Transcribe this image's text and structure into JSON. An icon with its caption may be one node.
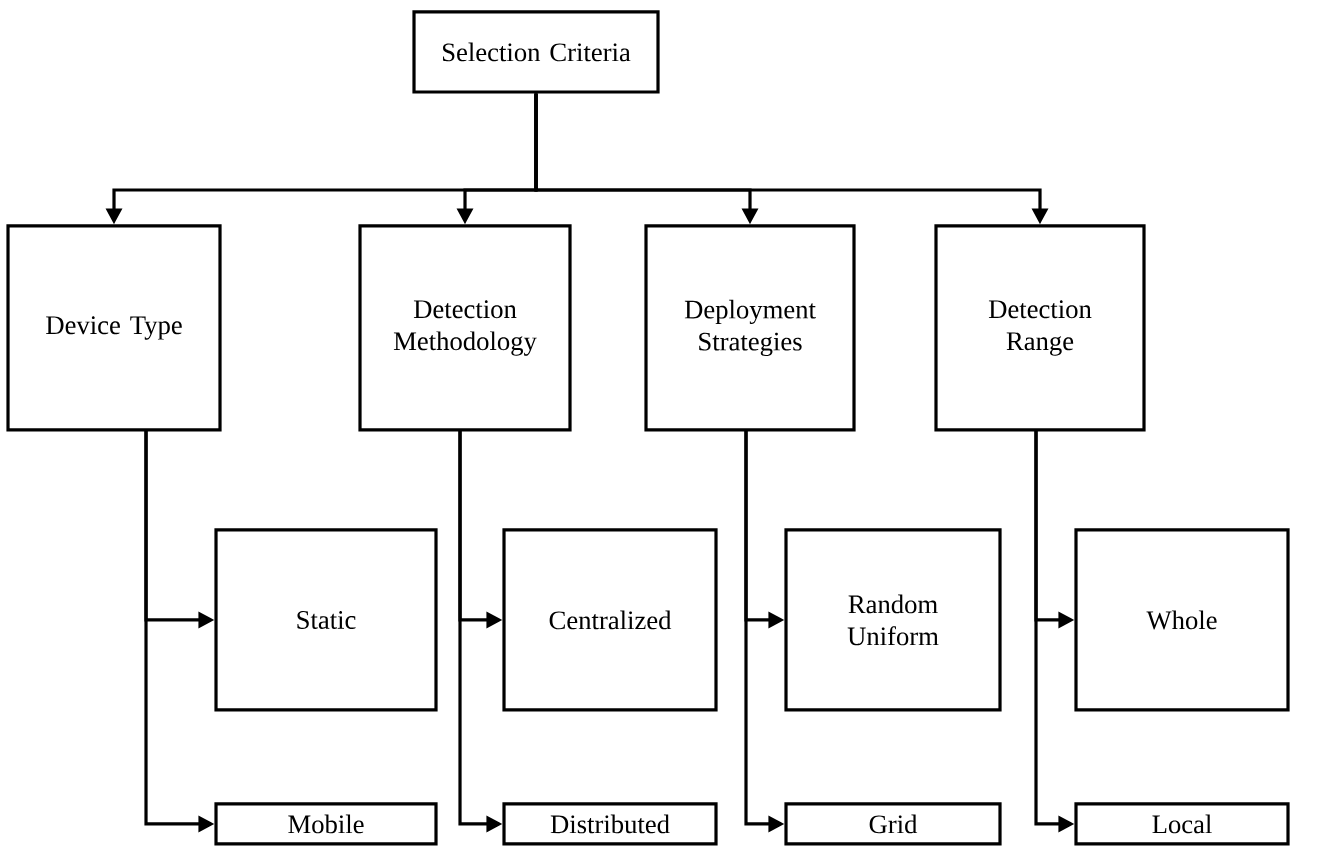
{
  "diagram": {
    "nodes": [
      {
        "text": [
          "Selection Criteria"
        ]
      },
      {
        "text": [
          "Device Type"
        ]
      },
      {
        "text": [
          "Detection Methodology"
        ]
      },
      {
        "text": [
          "Deployment Strategies"
        ]
      },
      {
        "text": [
          "Detection Range"
        ]
      },
      {
        "text": [
          "Static"
        ]
      },
      {
        "text": [
          "Mobile"
        ]
      },
      {
        "text": [
          "Centralized"
        ]
      },
      {
        "text": [
          "Distributed"
        ]
      },
      {
        "text": [
          "Random Uniform"
        ]
      },
      {
        "text": [
          "Grid"
        ]
      },
      {
        "text": [
          "Whole"
        ]
      },
      {
        "text": [
          "Local"
        ]
      }
    ],
    "edges": [
      {
        "from": 0,
        "to": 1,
        "arrow": "to"
      },
      {
        "from": 0,
        "to": 2,
        "arrow": "to"
      },
      {
        "from": 0,
        "to": 3,
        "arrow": "to"
      },
      {
        "from": 0,
        "to": 4,
        "arrow": "to"
      },
      {
        "from": 1,
        "to": 5,
        "arrow": "to"
      },
      {
        "from": 1,
        "to": 6,
        "arrow": "to"
      },
      {
        "from": 2,
        "to": 7,
        "arrow": "to"
      },
      {
        "from": 2,
        "to": 8,
        "arrow": "to"
      },
      {
        "from": 3,
        "to": 9,
        "arrow": "to"
      },
      {
        "from": 3,
        "to": 10,
        "arrow": "to"
      },
      {
        "from": 4,
        "to": 11,
        "arrow": "to"
      },
      {
        "from": 4,
        "to": 12,
        "arrow": "to"
      }
    ]
  }
}
